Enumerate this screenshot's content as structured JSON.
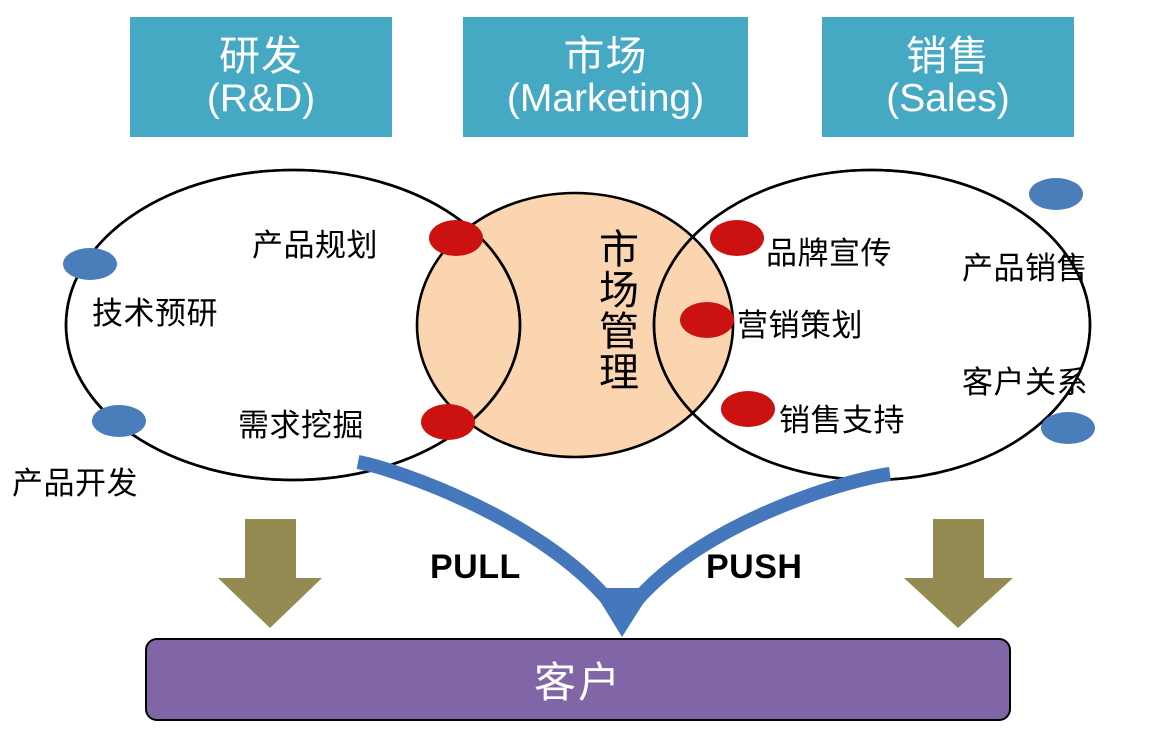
{
  "colors": {
    "header_teal": "#46A9C3",
    "overlap_orange": "#FBD4B0",
    "ellipse_stroke": "#000000",
    "blue_accent": "#4A7EBB",
    "red_dot": "#CC1111",
    "blue_arrow": "#4477BB",
    "olive_arrow": "#938B51",
    "customer_purple": "#8066A6",
    "white_text": "#FFFFFF",
    "black_text": "#000000"
  },
  "header": {
    "boxes": [
      {
        "cn": "研发",
        "en": "(R&D)"
      },
      {
        "cn": "市场",
        "en": "(Marketing)"
      },
      {
        "cn": "销售",
        "en": "(Sales)"
      }
    ]
  },
  "venn": {
    "left_circle": {
      "name": "研发",
      "items": [
        {
          "label": "技术预研",
          "marker": "none"
        },
        {
          "label": "产品规划",
          "marker": "red-dot"
        },
        {
          "label": "需求挖掘",
          "marker": "red-dot"
        },
        {
          "label": "产品开发",
          "marker": "blue-dot"
        }
      ]
    },
    "center_overlap": {
      "label": "市场管理",
      "orientation": "vertical"
    },
    "right_circle": {
      "name": "销售",
      "items": [
        {
          "label": "品牌宣传",
          "marker": "red-dot"
        },
        {
          "label": "营销策划",
          "marker": "red-dot"
        },
        {
          "label": "销售支持",
          "marker": "red-dot"
        },
        {
          "label": "产品销售",
          "marker": "none"
        },
        {
          "label": "客户关系",
          "marker": "none"
        }
      ]
    }
  },
  "flows": {
    "pull": "PULL",
    "push": "PUSH"
  },
  "customer": {
    "label": "客户"
  }
}
